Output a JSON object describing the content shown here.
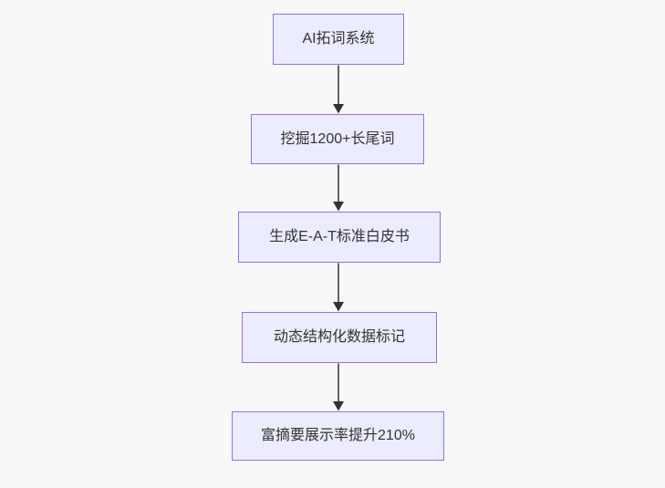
{
  "canvas": {
    "background_color": "#f8f8f8"
  },
  "flowchart": {
    "type": "flowchart",
    "direction": "top-down",
    "node_fill_color": "#ECECFF",
    "node_border_color": "#9370DB",
    "node_text_color": "#333333",
    "edge_color": "#333333",
    "nodes": [
      {
        "id": "n1",
        "label": "AI拓词系统"
      },
      {
        "id": "n2",
        "label": "挖掘1200+长尾词"
      },
      {
        "id": "n3",
        "label": "生成E-A-T标准白皮书"
      },
      {
        "id": "n4",
        "label": "动态结构化数据标记"
      },
      {
        "id": "n5",
        "label": "富摘要展示率提升210%"
      }
    ],
    "edges": [
      {
        "from": "n1",
        "to": "n2"
      },
      {
        "from": "n2",
        "to": "n3"
      },
      {
        "from": "n3",
        "to": "n4"
      },
      {
        "from": "n4",
        "to": "n5"
      }
    ]
  }
}
